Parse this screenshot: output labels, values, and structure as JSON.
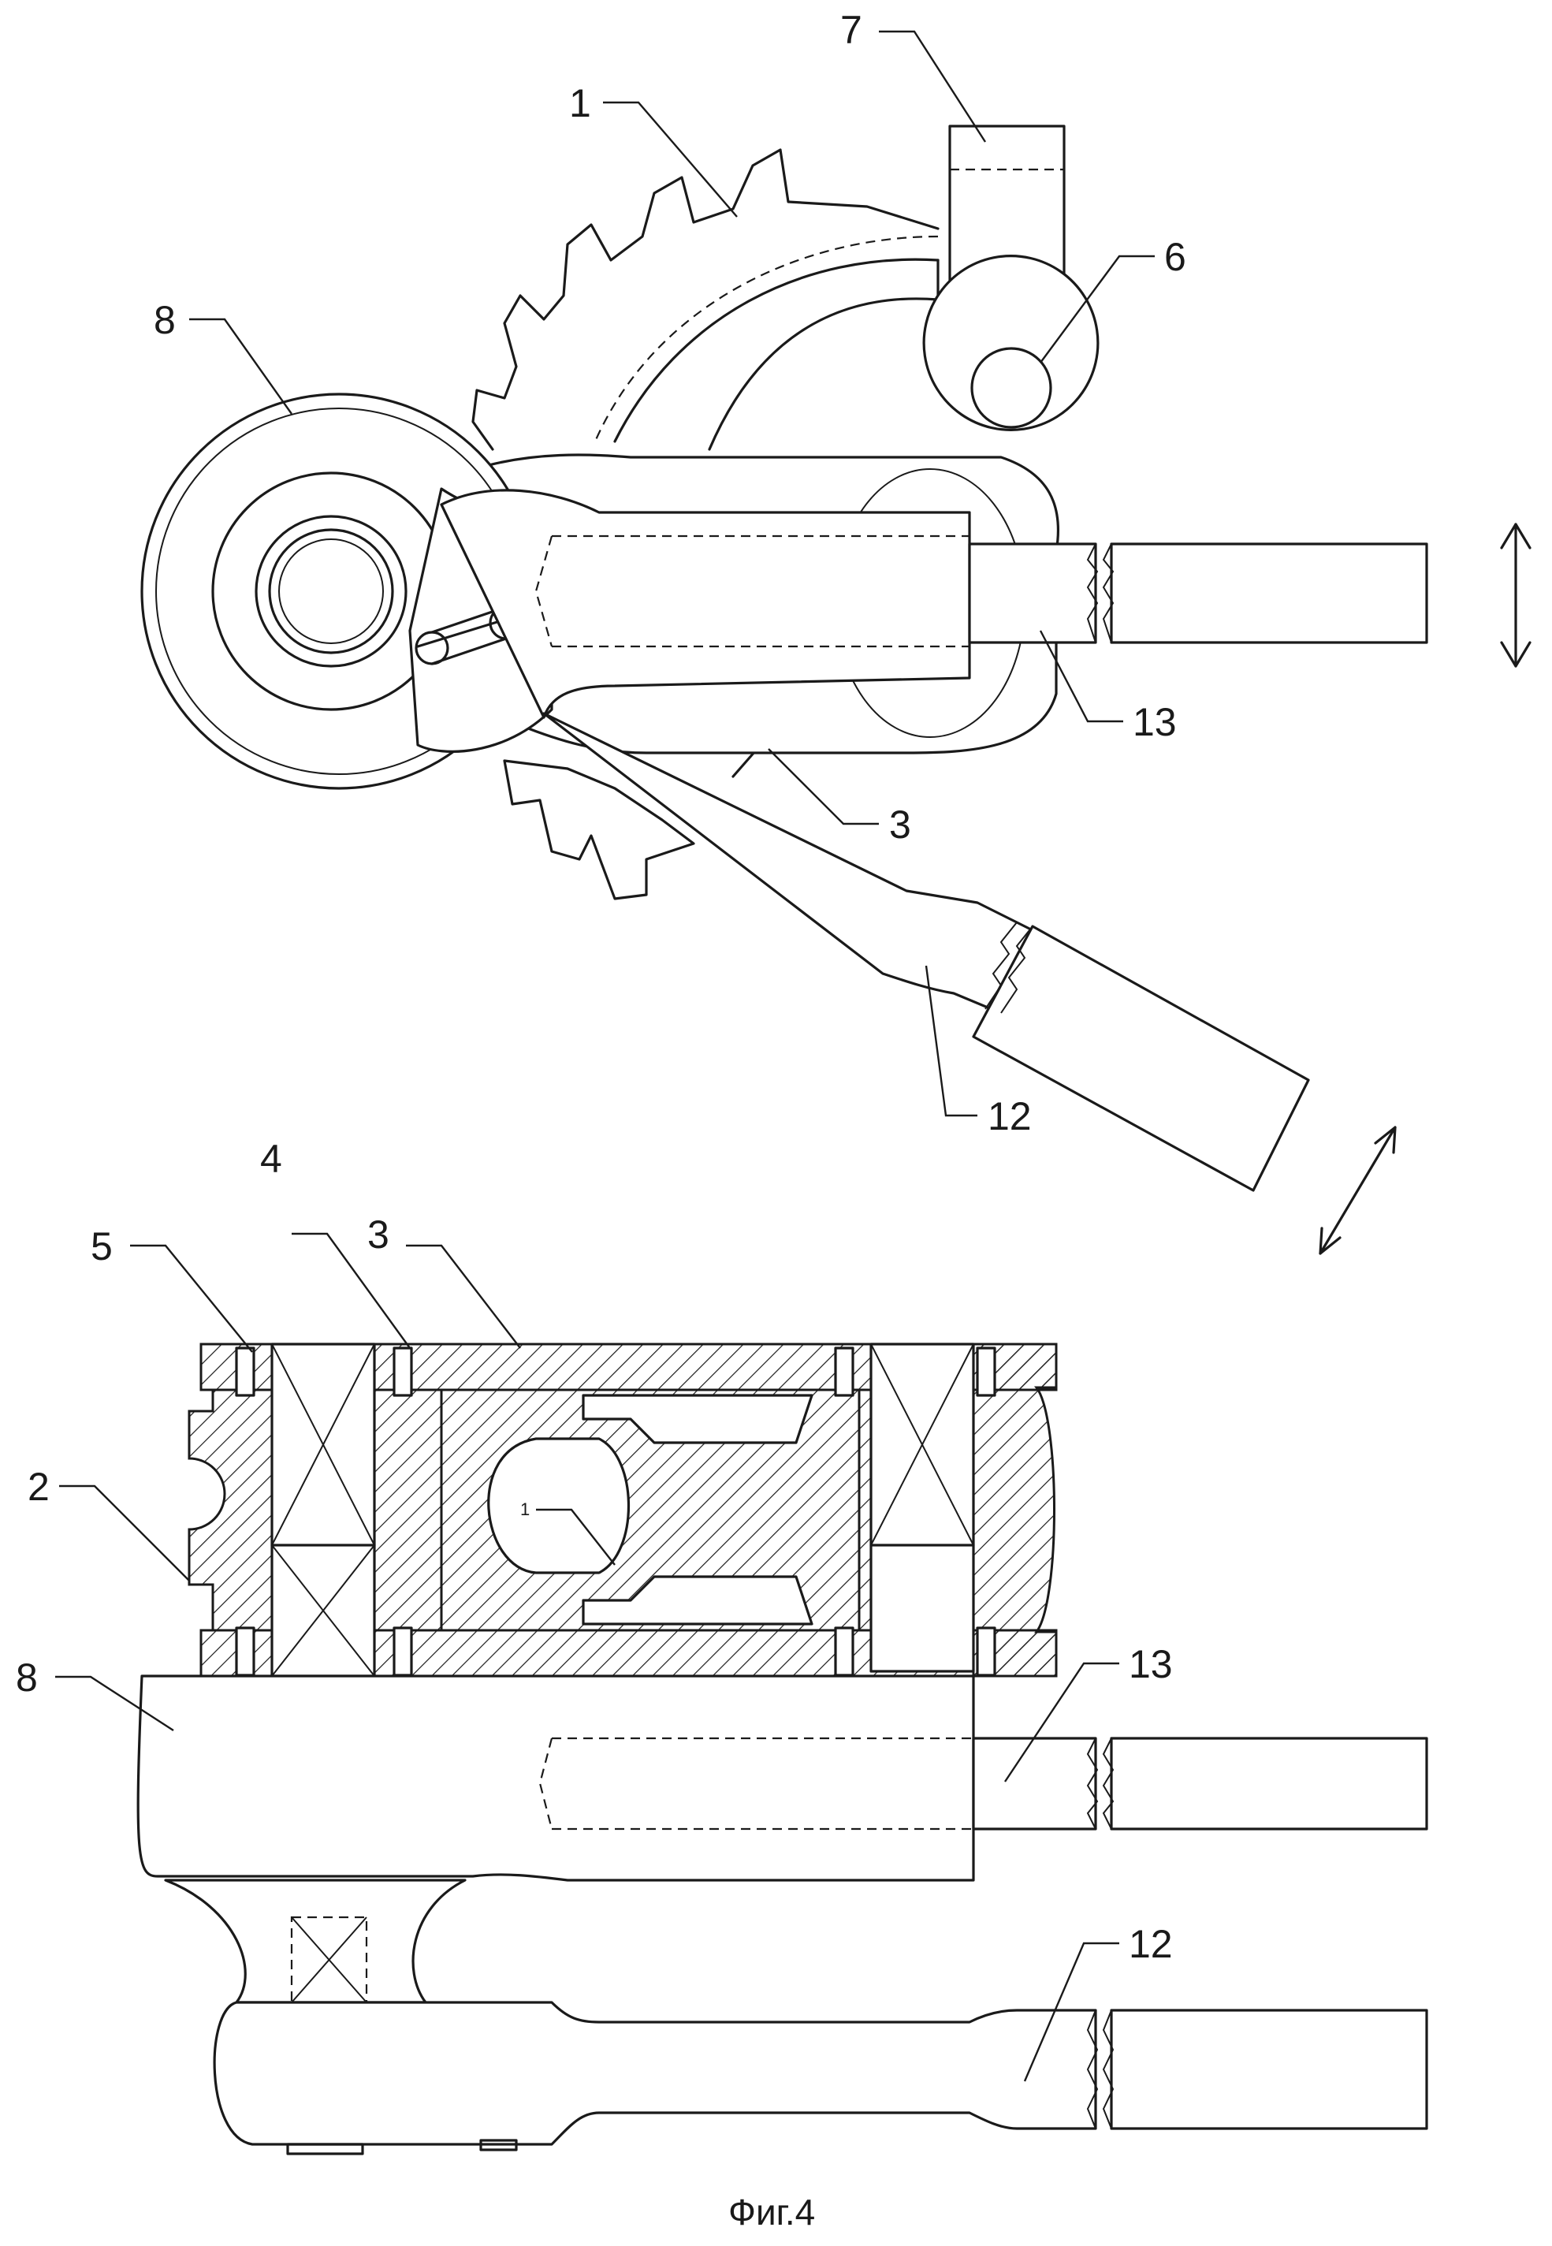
{
  "top_view": {
    "labels": {
      "sector": "1",
      "shaft": "6",
      "bracket": "7",
      "head": "8",
      "housing": "3",
      "extension": "13",
      "handle": "12"
    }
  },
  "section_view": {
    "labels": {
      "section_ref": "4",
      "bolt": "5",
      "housing": "3",
      "body": "2",
      "sector": "1",
      "head": "8",
      "extension": "13",
      "handle": "12"
    }
  },
  "caption": "Фиг.4",
  "icons": [
    "vertical-double-arrow-icon",
    "diagonal-double-arrow-icon"
  ]
}
